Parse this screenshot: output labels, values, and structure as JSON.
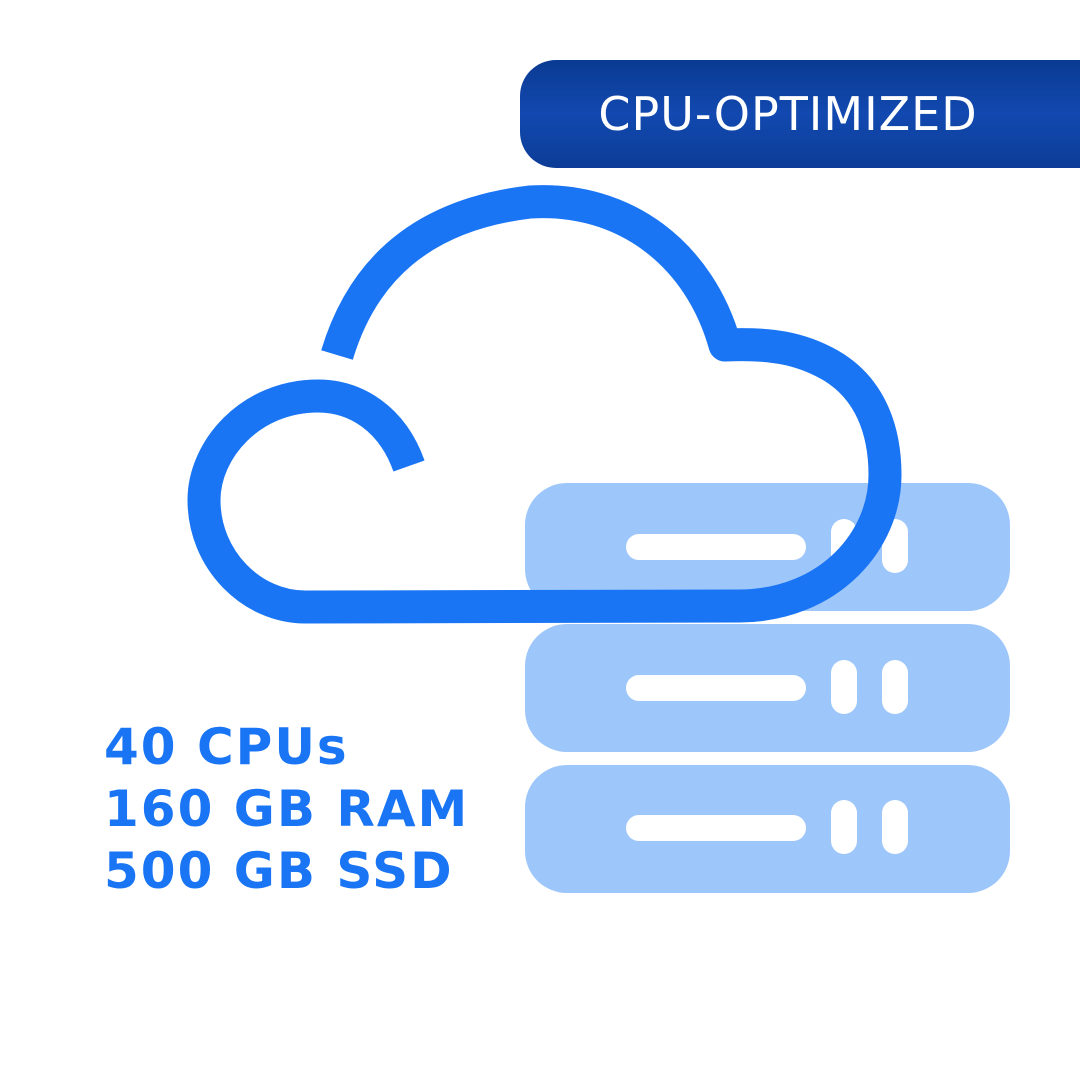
{
  "badge": {
    "label": "CPU-OPTIMIZED"
  },
  "specs": {
    "cpus": "40 CPUs",
    "ram": "160 GB RAM",
    "storage": "500 GB SSD"
  },
  "icons": {
    "cloud": "cloud-icon",
    "server": "server-stack-icon"
  },
  "colors": {
    "badge_background": "#1249b0",
    "badge_text": "#ffffff",
    "cloud_stroke": "#1a75f5",
    "server_fill": "#9dc6fb",
    "spec_text": "#1a75f5",
    "background": "#ffffff"
  }
}
